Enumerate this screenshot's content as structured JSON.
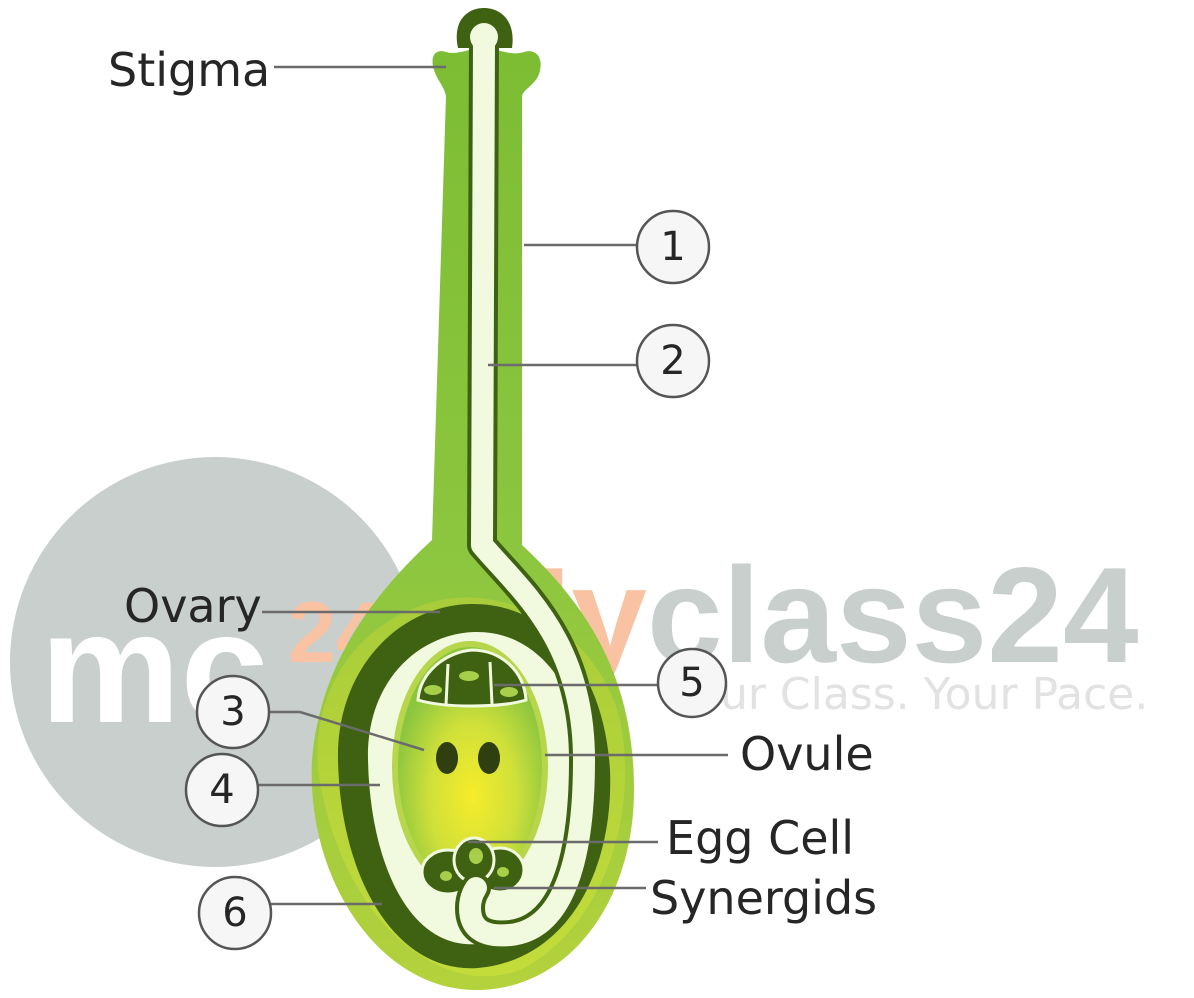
{
  "watermark": {
    "logo_text": "mc",
    "logo_number": "24",
    "brand_prefix": "My",
    "brand_name": "class24",
    "tagline": "Your Class. Your Pace."
  },
  "labels": {
    "stigma": "Stigma",
    "ovary": "Ovary",
    "ovule": "Ovule",
    "egg_cell": "Egg Cell",
    "synergids": "Synergids"
  },
  "markers": [
    "1",
    "2",
    "3",
    "4",
    "5",
    "6"
  ],
  "colors": {
    "style_green": "#8dc63f",
    "dark_green": "#3f6112",
    "pale_green": "#f1f9de",
    "outer_wall": "#b4d23c",
    "embryo_sac_center": "#f6ec2a",
    "line_gray": "#6b6b6b",
    "watermark_gray": "#c9cfcd",
    "watermark_orange": "#f9c2a2"
  }
}
